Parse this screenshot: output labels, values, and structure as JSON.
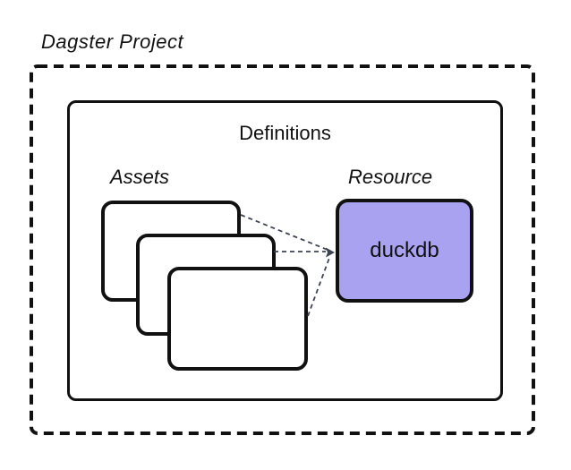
{
  "diagram": {
    "title": "Dagster Project",
    "definitions": {
      "label": "Definitions"
    },
    "assets_group": {
      "label": "Assets",
      "cards": [
        {
          "id": "asset-card-back"
        },
        {
          "id": "asset-card-middle"
        },
        {
          "id": "asset-card-front"
        }
      ]
    },
    "resource_group": {
      "label": "Resource",
      "node_label": "duckdb"
    },
    "connectors": [
      {
        "from": "asset-card-back",
        "to": "duckdb",
        "style": "dashed",
        "arrow_at": "duckdb"
      },
      {
        "from": "asset-card-middle",
        "to": "duckdb",
        "style": "dashed",
        "arrow_at": "duckdb"
      },
      {
        "from": "asset-card-front",
        "to": "duckdb",
        "style": "dashed",
        "arrow_at": "duckdb"
      }
    ],
    "colors": {
      "border": "#111111",
      "connector": "#3d4451",
      "resource_fill": "#a8a2f0",
      "background": "#ffffff"
    }
  }
}
